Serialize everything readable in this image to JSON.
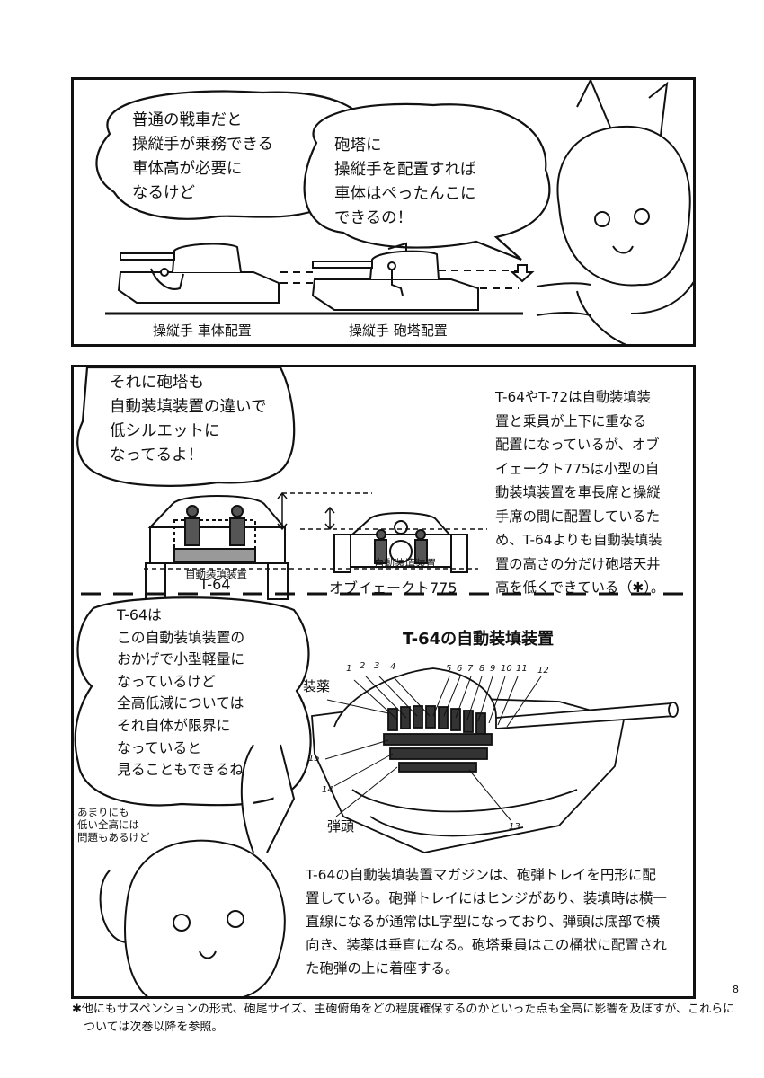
{
  "panel1": {
    "bubble_left": "普通の戦車だと\n操縦手が乗務できる\n車体高が必要に\nなるけど",
    "bubble_right": "砲塔に\n操縦手を配置すれば\n車体はぺったんこに\nできるの！",
    "caption_left": "操縦手 車体配置",
    "caption_right": "操縦手 砲塔配置"
  },
  "panel2": {
    "bubble_top": "それに砲塔も\n自動装填装置の違いで\n低シルエットに\nなってるよ！",
    "explanation_top": "T-64やT-72は自動装填装\n置と乗員が上下に重なる\n配置になっているが、オブ\nイェークト775は小型の自\n動装填装置を車長席と操縦\n手席の間に配置しているた\nめ、T-64よりも自動装填装\n置の高さの分だけ砲塔天井\n高を低くできている（✱）。",
    "label_autoloader": "自動装填装置",
    "caption_t64": "T-64",
    "caption_obj775": "オブイェークト775",
    "bubble_mid": "T-64は\nこの自動装填装置の\nおかげで小型軽量に\nなっているけど\n全高低減については\nそれ自体が限界に\nなっていると\n見ることもできるね",
    "aside": "あまりにも\n低い全高には\n問題もあるけど",
    "diagram_title": "T-64の自動装填装置",
    "label_charge": "装薬",
    "label_shell": "弾頭",
    "callouts_top": [
      "1",
      "2",
      "3",
      "4",
      "5",
      "6",
      "7",
      "8",
      "9",
      "10",
      "11",
      "12"
    ],
    "callouts_side": [
      "15",
      "14",
      "13"
    ],
    "explanation_bottom": "T-64の自動装填装置マガジンは、砲弾トレイを円形に配\n置している。砲弾トレイにはヒンジがあり、装填時は横一\n直線になるが通常はL字型になっており、弾頭は底部で横\n向き、装薬は垂直になる。砲塔乗員はこの桶状に配置され\nた砲弾の上に着座する。"
  },
  "footnote": "✱他にもサスペンションの形式、砲尾サイズ、主砲俯角をどの程度確保するのかといった点も全高に影響を及ぼすが、これらに\n　ついては次巻以降を参照。",
  "page_number": "8"
}
